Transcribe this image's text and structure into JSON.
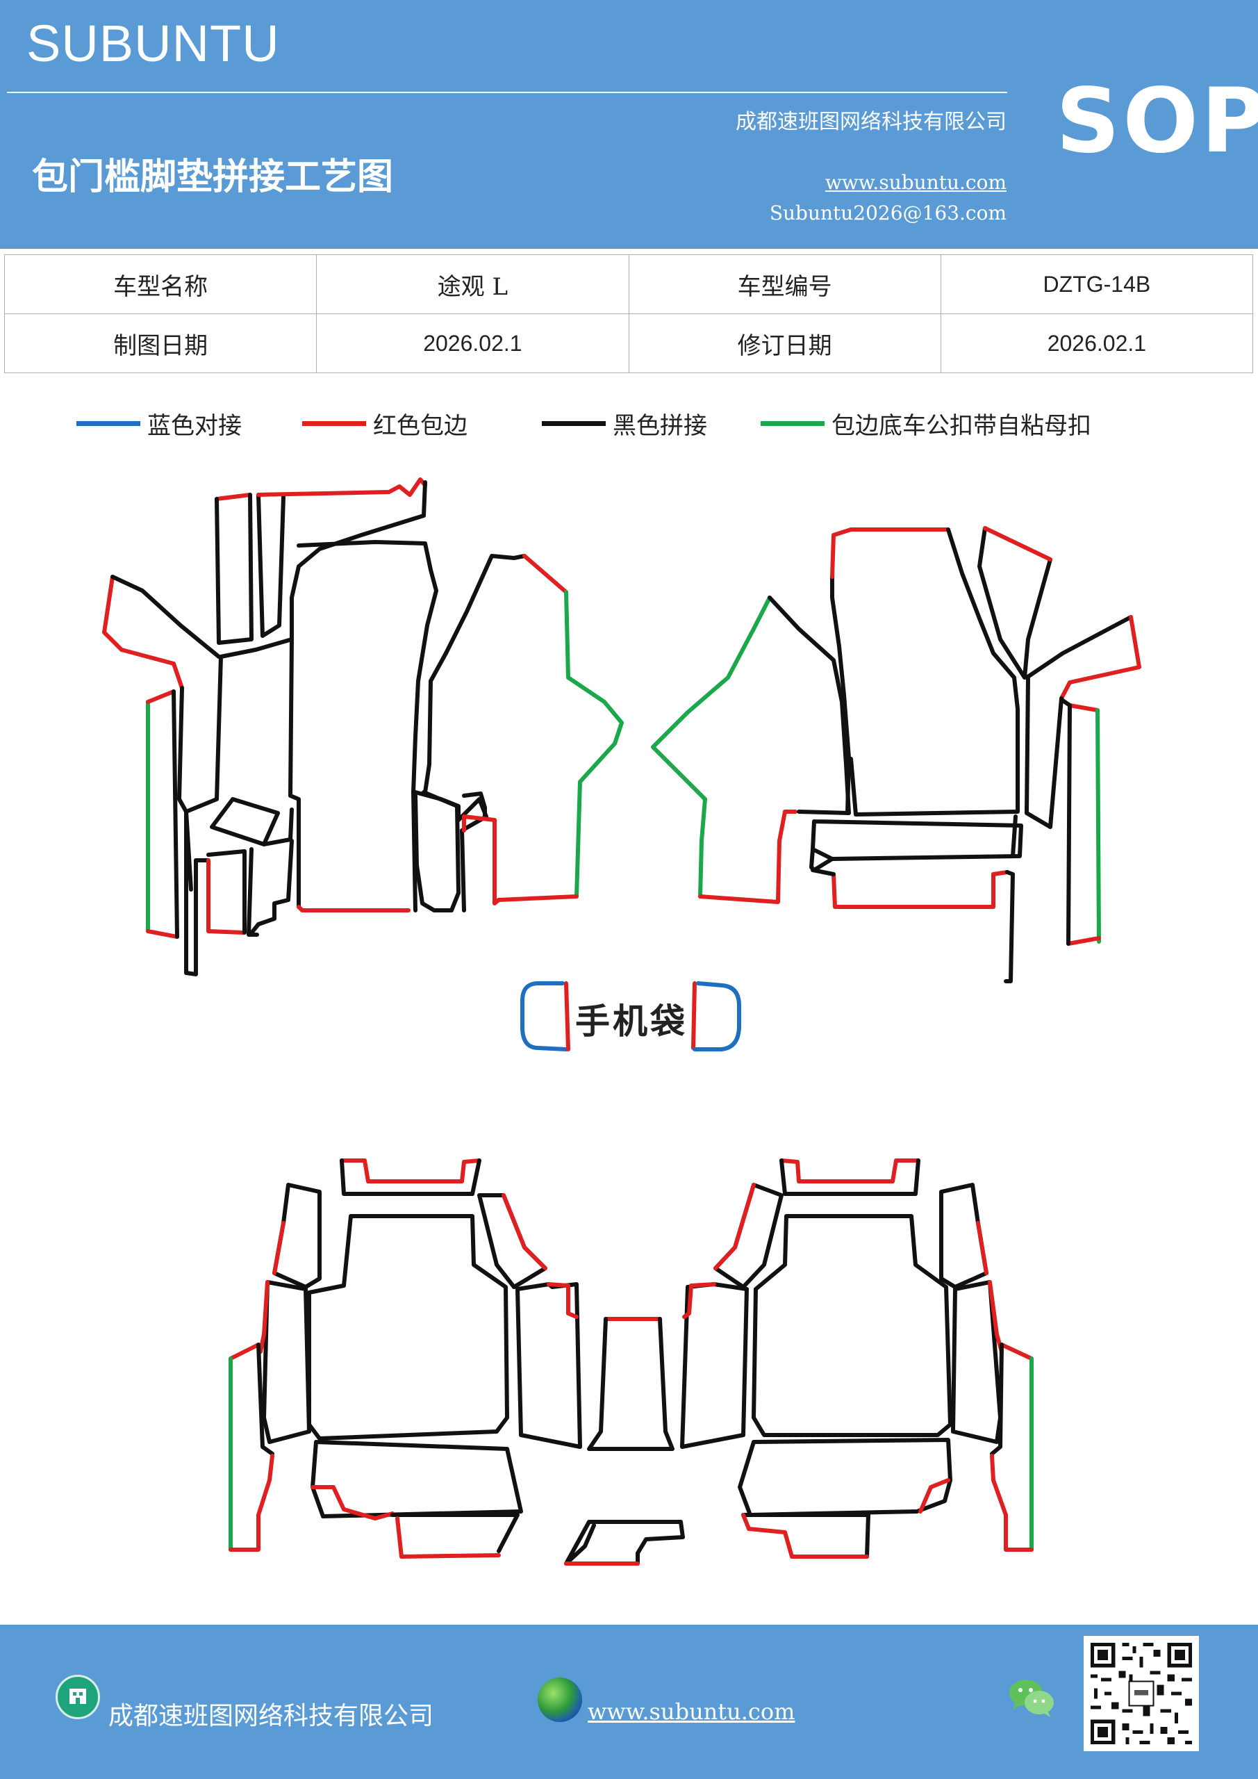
{
  "header": {
    "brand": "SUBUNTU",
    "badge": "SOP",
    "title": "包门槛脚垫拼接工艺图",
    "company": "成都速班图网络科技有限公司",
    "website": "www.subuntu.com",
    "email": "Subuntu2026@163.com"
  },
  "info_table": {
    "rows": [
      [
        "车型名称",
        "途观 L",
        "车型编号",
        "DZTG-14B"
      ],
      [
        "制图日期",
        "2026.02.1",
        "修订日期",
        "2026.02.1"
      ]
    ]
  },
  "legend": [
    {
      "label": "蓝色对接",
      "color": "#1f6fc0"
    },
    {
      "label": "红色包边",
      "color": "#e02020"
    },
    {
      "label": "黑色拼接",
      "color": "#111111"
    },
    {
      "label": "包边底车公扣带自粘母扣",
      "color": "#1aa84a"
    }
  ],
  "diagram": {
    "phone_pocket_label": "手机袋"
  },
  "footer": {
    "company": "成都速班图网络科技有限公司",
    "website": "www.subuntu.com",
    "icons": [
      "building-icon",
      "globe-icon",
      "wechat-icon",
      "qr-code"
    ]
  }
}
